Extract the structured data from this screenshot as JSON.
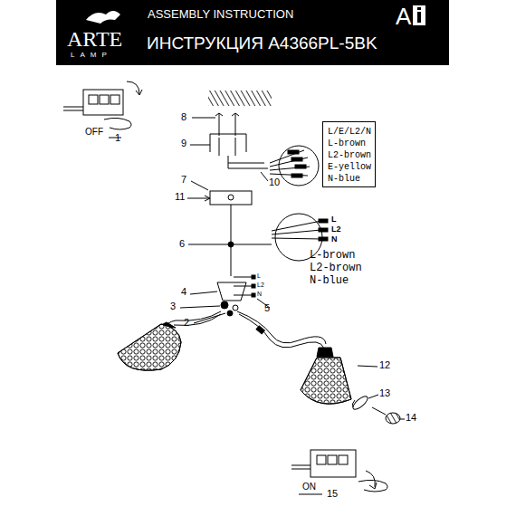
{
  "diagram": {
    "title": "ИНСТРУКЦИЯ A4366PL-5BK",
    "nodes": [
      {
        "text": [
          "L/E/L2/N L-brown L2-brown E-yellow N-blue"
        ]
      }
    ],
    "edges": [],
    "labels": [
      "ARTE",
      "LAMP",
      "ASSEMBLY INSTRUCTION",
      "A",
      "OFF",
      "1",
      "8",
      "9",
      "10",
      "7",
      "11",
      "6",
      "L",
      "L2",
      "N",
      "L-brown",
      "L2-brown",
      "N-blue",
      "4",
      "3",
      "2",
      "L",
      "L2",
      "N",
      "5",
      "12",
      "13",
      "14",
      "ON",
      "15"
    ]
  }
}
